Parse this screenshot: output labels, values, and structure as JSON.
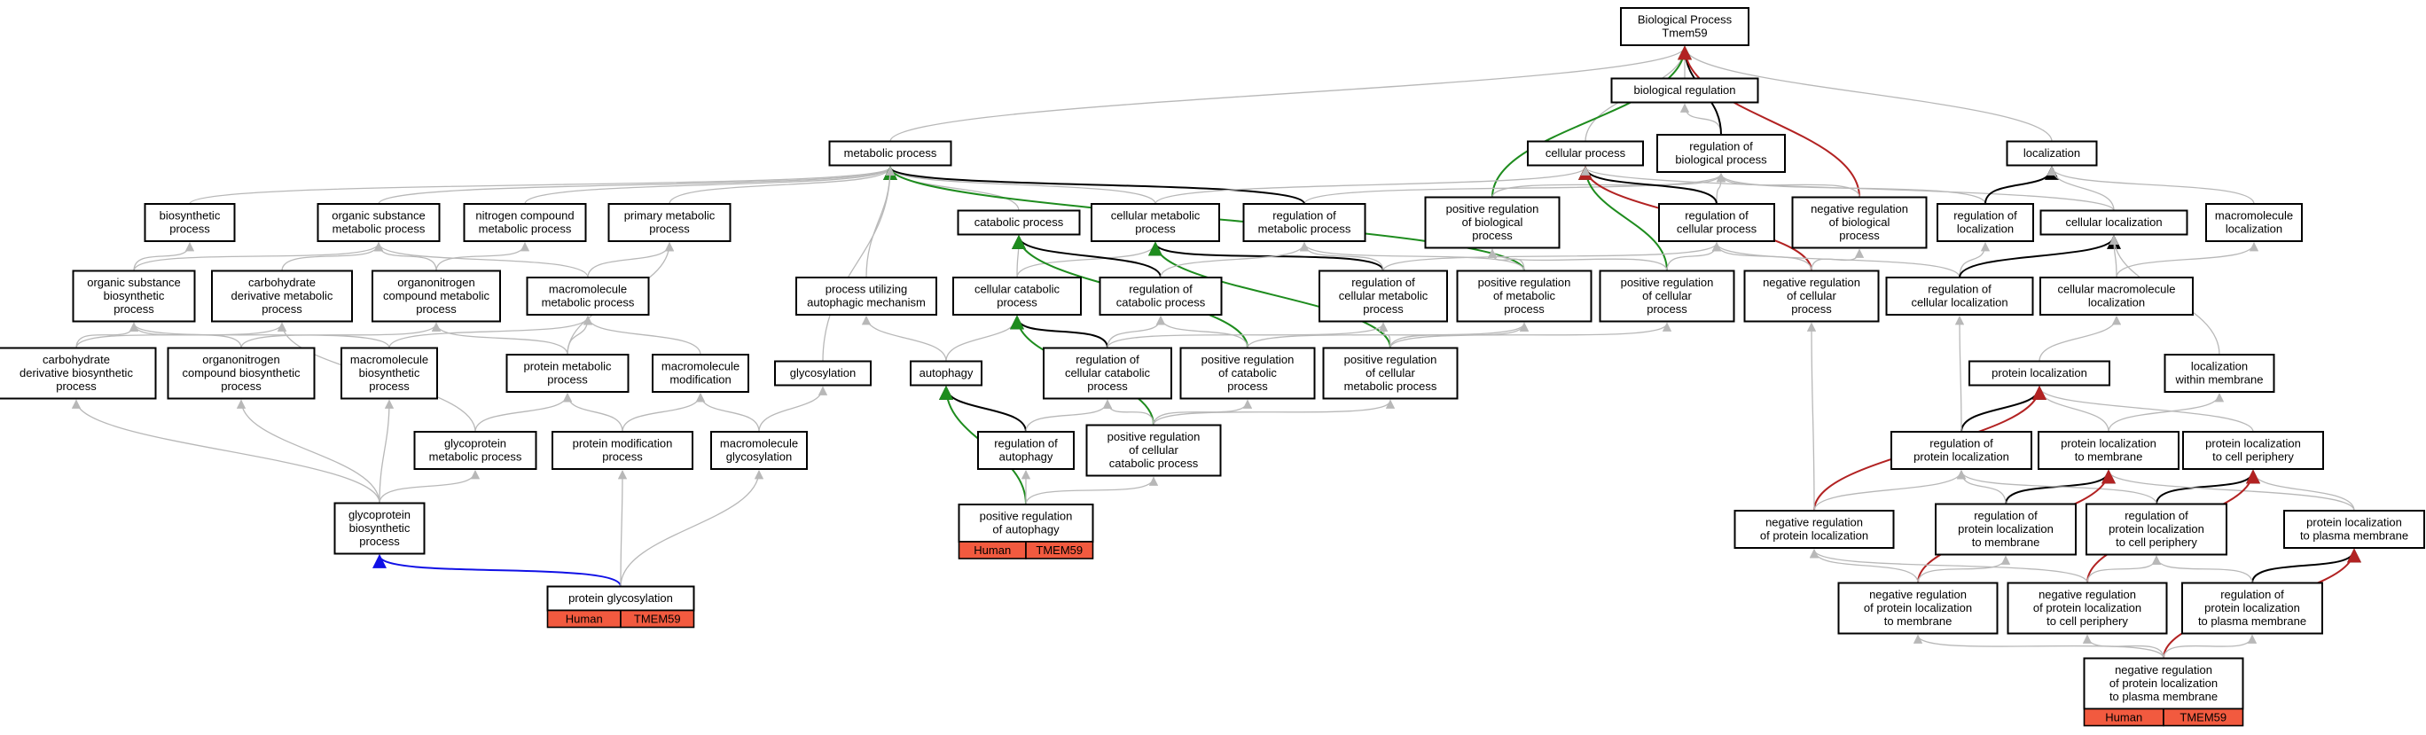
{
  "colors": {
    "gray": "#b8b8b8",
    "black": "#000000",
    "green": "#1e8c1e",
    "red": "#b22222",
    "blue": "#1010e6",
    "badge": "#f25a3f"
  },
  "nodes": [
    {
      "id": "bp",
      "lines": [
        "Biological Process",
        "Tmem59"
      ]
    },
    {
      "id": "biolreg",
      "lines": [
        "biological regulation"
      ]
    },
    {
      "id": "metab",
      "lines": [
        "metabolic process"
      ]
    },
    {
      "id": "cellproc",
      "lines": [
        "cellular process"
      ]
    },
    {
      "id": "regbio",
      "lines": [
        "regulation of",
        "biological process"
      ]
    },
    {
      "id": "loc",
      "lines": [
        "localization"
      ]
    },
    {
      "id": "biosyn",
      "lines": [
        "biosynthetic",
        "process"
      ]
    },
    {
      "id": "orgsub",
      "lines": [
        "organic substance",
        "metabolic process"
      ]
    },
    {
      "id": "nitro",
      "lines": [
        "nitrogen compound",
        "metabolic process"
      ]
    },
    {
      "id": "primary",
      "lines": [
        "primary metabolic",
        "process"
      ]
    },
    {
      "id": "catab",
      "lines": [
        "catabolic process"
      ]
    },
    {
      "id": "cellmet",
      "lines": [
        "cellular metabolic",
        "process"
      ]
    },
    {
      "id": "regmet",
      "lines": [
        "regulation of",
        "metabolic process"
      ]
    },
    {
      "id": "posregbio",
      "lines": [
        "positive regulation",
        "of biological",
        "process"
      ]
    },
    {
      "id": "regcell",
      "lines": [
        "regulation of",
        "cellular process"
      ]
    },
    {
      "id": "negregbio",
      "lines": [
        "negative regulation",
        "of biological",
        "process"
      ]
    },
    {
      "id": "regloc",
      "lines": [
        "regulation of",
        "localization"
      ]
    },
    {
      "id": "cellloc",
      "lines": [
        "cellular localization"
      ]
    },
    {
      "id": "macroloc",
      "lines": [
        "macromolecule",
        "localization"
      ]
    },
    {
      "id": "orgbio",
      "lines": [
        "organic substance",
        "biosynthetic",
        "process"
      ]
    },
    {
      "id": "carbmet",
      "lines": [
        "carbohydrate",
        "derivative metabolic",
        "process"
      ]
    },
    {
      "id": "orgnit",
      "lines": [
        "organonitrogen",
        "compound metabolic",
        "process"
      ]
    },
    {
      "id": "macromet",
      "lines": [
        "macromolecule",
        "metabolic process"
      ]
    },
    {
      "id": "autophmech",
      "lines": [
        "process utilizing",
        "autophagic mechanism"
      ]
    },
    {
      "id": "cellcat",
      "lines": [
        "cellular catabolic",
        "process"
      ]
    },
    {
      "id": "regcat",
      "lines": [
        "regulation of",
        "catabolic process"
      ]
    },
    {
      "id": "regcellmet",
      "lines": [
        "regulation of",
        "cellular metabolic",
        "process"
      ]
    },
    {
      "id": "posregmet",
      "lines": [
        "positive regulation",
        "of metabolic",
        "process"
      ]
    },
    {
      "id": "posregcell",
      "lines": [
        "positive regulation",
        "of cellular",
        "process"
      ]
    },
    {
      "id": "negregcell",
      "lines": [
        "negative regulation",
        "of cellular",
        "process"
      ]
    },
    {
      "id": "regcellloc",
      "lines": [
        "regulation of",
        "cellular localization"
      ]
    },
    {
      "id": "cellmacroloc",
      "lines": [
        "cellular macromolecule",
        "localization"
      ]
    },
    {
      "id": "carbbio",
      "lines": [
        "carbohydrate",
        "derivative biosynthetic",
        "process"
      ]
    },
    {
      "id": "orgnitbio",
      "lines": [
        "organonitrogen",
        "compound biosynthetic",
        "process"
      ]
    },
    {
      "id": "macrobio",
      "lines": [
        "macromolecule",
        "biosynthetic",
        "process"
      ]
    },
    {
      "id": "protmet",
      "lines": [
        "protein metabolic",
        "process"
      ]
    },
    {
      "id": "macromod",
      "lines": [
        "macromolecule",
        "modification"
      ]
    },
    {
      "id": "glycos",
      "lines": [
        "glycosylation"
      ]
    },
    {
      "id": "autoph",
      "lines": [
        "autophagy"
      ]
    },
    {
      "id": "regcellcat",
      "lines": [
        "regulation of",
        "cellular catabolic",
        "process"
      ]
    },
    {
      "id": "posregcat",
      "lines": [
        "positive regulation",
        "of catabolic",
        "process"
      ]
    },
    {
      "id": "posregcellmet",
      "lines": [
        "positive regulation",
        "of cellular",
        "metabolic process"
      ]
    },
    {
      "id": "protloc",
      "lines": [
        "protein localization"
      ]
    },
    {
      "id": "locwithin",
      "lines": [
        "localization",
        "within membrane"
      ]
    },
    {
      "id": "glycomet",
      "lines": [
        "glycoprotein",
        "metabolic process"
      ]
    },
    {
      "id": "protmod",
      "lines": [
        "protein modification",
        "process"
      ]
    },
    {
      "id": "macroglyc",
      "lines": [
        "macromolecule",
        "glycosylation"
      ]
    },
    {
      "id": "regautoph",
      "lines": [
        "regulation of",
        "autophagy"
      ]
    },
    {
      "id": "posregcellcat",
      "lines": [
        "positive regulation",
        "of cellular",
        "catabolic process"
      ]
    },
    {
      "id": "regprotloc",
      "lines": [
        "regulation of",
        "protein localization"
      ]
    },
    {
      "id": "protlocmem",
      "lines": [
        "protein localization",
        "to membrane"
      ]
    },
    {
      "id": "protlocperi",
      "lines": [
        "protein localization",
        "to cell periphery"
      ]
    },
    {
      "id": "glycobio",
      "lines": [
        "glycoprotein",
        "biosynthetic",
        "process"
      ]
    },
    {
      "id": "posregautoph",
      "lines": [
        "positive regulation",
        "of autophagy"
      ],
      "badge": [
        "Human",
        "TMEM59"
      ]
    },
    {
      "id": "negregprotloc",
      "lines": [
        "negative regulation",
        "of protein localization"
      ]
    },
    {
      "id": "regprotlocmem",
      "lines": [
        "regulation of",
        "protein localization",
        "to membrane"
      ]
    },
    {
      "id": "regprotlocperi",
      "lines": [
        "regulation of",
        "protein localization",
        "to cell periphery"
      ]
    },
    {
      "id": "protlocpm",
      "lines": [
        "protein localization",
        "to plasma membrane"
      ]
    },
    {
      "id": "protglyc",
      "lines": [
        "protein glycosylation"
      ],
      "badge": [
        "Human",
        "TMEM59"
      ]
    },
    {
      "id": "negregprotlocmem",
      "lines": [
        "negative regulation",
        "of protein localization",
        "to membrane"
      ]
    },
    {
      "id": "negregprotlocperi",
      "lines": [
        "negative regulation",
        "of protein localization",
        "to cell periphery"
      ]
    },
    {
      "id": "regprotlocpm",
      "lines": [
        "regulation of",
        "protein localization",
        "to plasma membrane"
      ]
    },
    {
      "id": "negregprotlocpm",
      "lines": [
        "negative regulation",
        "of protein localization",
        "to plasma membrane"
      ],
      "badge": [
        "Human",
        "TMEM59"
      ]
    }
  ],
  "edges": [
    {
      "from": "biolreg",
      "to": "bp",
      "color": "gray"
    },
    {
      "from": "metab",
      "to": "bp",
      "color": "gray"
    },
    {
      "from": "cellproc",
      "to": "bp",
      "color": "gray"
    },
    {
      "from": "loc",
      "to": "bp",
      "color": "gray"
    },
    {
      "from": "regbio",
      "to": "biolreg",
      "color": "gray"
    },
    {
      "from": "regbio",
      "to": "bp",
      "color": "black"
    },
    {
      "from": "posregbio",
      "to": "bp",
      "color": "green"
    },
    {
      "from": "negregbio",
      "to": "bp",
      "color": "red"
    },
    {
      "from": "posregbio",
      "to": "regbio",
      "color": "gray"
    },
    {
      "from": "negregbio",
      "to": "regbio",
      "color": "gray"
    },
    {
      "from": "regcell",
      "to": "regbio",
      "color": "gray"
    },
    {
      "from": "regloc",
      "to": "regbio",
      "color": "gray"
    },
    {
      "from": "regmet",
      "to": "regbio",
      "color": "gray"
    },
    {
      "from": "biosyn",
      "to": "metab",
      "color": "gray"
    },
    {
      "from": "orgsub",
      "to": "metab",
      "color": "gray"
    },
    {
      "from": "nitro",
      "to": "metab",
      "color": "gray"
    },
    {
      "from": "primary",
      "to": "metab",
      "color": "gray"
    },
    {
      "from": "catab",
      "to": "metab",
      "color": "gray"
    },
    {
      "from": "cellmet",
      "to": "metab",
      "color": "gray"
    },
    {
      "from": "regmet",
      "to": "metab",
      "color": "black"
    },
    {
      "from": "posregmet",
      "to": "metab",
      "color": "green"
    },
    {
      "from": "autophmech",
      "to": "metab",
      "color": "gray"
    },
    {
      "from": "glycos",
      "to": "metab",
      "color": "gray"
    },
    {
      "from": "cellmet",
      "to": "cellproc",
      "color": "gray"
    },
    {
      "from": "regcell",
      "to": "cellproc",
      "color": "black"
    },
    {
      "from": "posregcell",
      "to": "cellproc",
      "color": "green"
    },
    {
      "from": "negregcell",
      "to": "cellproc",
      "color": "red"
    },
    {
      "from": "cellloc",
      "to": "cellproc",
      "color": "gray"
    },
    {
      "from": "regloc",
      "to": "loc",
      "color": "black"
    },
    {
      "from": "cellloc",
      "to": "loc",
      "color": "gray"
    },
    {
      "from": "macroloc",
      "to": "loc",
      "color": "gray"
    },
    {
      "from": "orgbio",
      "to": "biosyn",
      "color": "gray"
    },
    {
      "from": "orgbio",
      "to": "orgsub",
      "color": "gray"
    },
    {
      "from": "carbmet",
      "to": "orgsub",
      "color": "gray"
    },
    {
      "from": "orgnit",
      "to": "orgsub",
      "color": "gray"
    },
    {
      "from": "macromet",
      "to": "orgsub",
      "color": "gray"
    },
    {
      "from": "orgnit",
      "to": "nitro",
      "color": "gray"
    },
    {
      "from": "macromet",
      "to": "primary",
      "color": "gray"
    },
    {
      "from": "protmet",
      "to": "primary",
      "color": "gray"
    },
    {
      "from": "cellcat",
      "to": "catab",
      "color": "gray"
    },
    {
      "from": "cellcat",
      "to": "cellmet",
      "color": "gray"
    },
    {
      "from": "regcat",
      "to": "catab",
      "color": "black"
    },
    {
      "from": "posregcat",
      "to": "catab",
      "color": "green"
    },
    {
      "from": "regcellmet",
      "to": "cellmet",
      "color": "black"
    },
    {
      "from": "posregcellmet",
      "to": "cellmet",
      "color": "green"
    },
    {
      "from": "regcat",
      "to": "regmet",
      "color": "gray"
    },
    {
      "from": "regcellmet",
      "to": "regmet",
      "color": "gray"
    },
    {
      "from": "posregmet",
      "to": "regmet",
      "color": "gray"
    },
    {
      "from": "posregmet",
      "to": "posregbio",
      "color": "gray"
    },
    {
      "from": "posregcell",
      "to": "posregbio",
      "color": "gray"
    },
    {
      "from": "regcellmet",
      "to": "regcell",
      "color": "gray"
    },
    {
      "from": "posregcell",
      "to": "regcell",
      "color": "gray"
    },
    {
      "from": "negregcell",
      "to": "regcell",
      "color": "gray"
    },
    {
      "from": "regcellloc",
      "to": "regcell",
      "color": "gray"
    },
    {
      "from": "negregcell",
      "to": "negregbio",
      "color": "gray"
    },
    {
      "from": "regcellloc",
      "to": "regloc",
      "color": "gray"
    },
    {
      "from": "regcellloc",
      "to": "cellloc",
      "color": "black"
    },
    {
      "from": "cellmacroloc",
      "to": "cellloc",
      "color": "gray"
    },
    {
      "from": "cellmacroloc",
      "to": "macroloc",
      "color": "gray"
    },
    {
      "from": "locwithin",
      "to": "cellloc",
      "color": "gray"
    },
    {
      "from": "carbbio",
      "to": "orgbio",
      "color": "gray"
    },
    {
      "from": "carbbio",
      "to": "carbmet",
      "color": "gray"
    },
    {
      "from": "orgnitbio",
      "to": "orgbio",
      "color": "gray"
    },
    {
      "from": "orgnitbio",
      "to": "orgnit",
      "color": "gray"
    },
    {
      "from": "macrobio",
      "to": "orgbio",
      "color": "gray"
    },
    {
      "from": "macrobio",
      "to": "macromet",
      "color": "gray"
    },
    {
      "from": "protmet",
      "to": "orgnit",
      "color": "gray"
    },
    {
      "from": "protmet",
      "to": "macromet",
      "color": "gray"
    },
    {
      "from": "macromod",
      "to": "macromet",
      "color": "gray"
    },
    {
      "from": "glycomet",
      "to": "carbmet",
      "color": "gray"
    },
    {
      "from": "glycomet",
      "to": "protmet",
      "color": "gray"
    },
    {
      "from": "protmod",
      "to": "protmet",
      "color": "gray"
    },
    {
      "from": "protmod",
      "to": "macromod",
      "color": "gray"
    },
    {
      "from": "macroglyc",
      "to": "macromod",
      "color": "gray"
    },
    {
      "from": "macroglyc",
      "to": "glycos",
      "color": "gray"
    },
    {
      "from": "autoph",
      "to": "cellcat",
      "color": "gray"
    },
    {
      "from": "autoph",
      "to": "autophmech",
      "color": "gray"
    },
    {
      "from": "regcellcat",
      "to": "cellcat",
      "color": "black"
    },
    {
      "from": "regcellcat",
      "to": "regcat",
      "color": "gray"
    },
    {
      "from": "regcellcat",
      "to": "regcellmet",
      "color": "gray"
    },
    {
      "from": "posregcat",
      "to": "regcat",
      "color": "gray"
    },
    {
      "from": "posregcat",
      "to": "posregmet",
      "color": "gray"
    },
    {
      "from": "posregcellmet",
      "to": "regcellmet",
      "color": "gray"
    },
    {
      "from": "posregcellmet",
      "to": "posregmet",
      "color": "gray"
    },
    {
      "from": "posregcellmet",
      "to": "posregcell",
      "color": "gray"
    },
    {
      "from": "regautoph",
      "to": "autoph",
      "color": "black"
    },
    {
      "from": "regautoph",
      "to": "regcellcat",
      "color": "gray"
    },
    {
      "from": "posregcellcat",
      "to": "cellcat",
      "color": "green"
    },
    {
      "from": "posregcellcat",
      "to": "regcellcat",
      "color": "gray"
    },
    {
      "from": "posregcellcat",
      "to": "posregcat",
      "color": "gray"
    },
    {
      "from": "posregcellcat",
      "to": "posregcellmet",
      "color": "gray"
    },
    {
      "from": "posregautoph",
      "to": "autoph",
      "color": "green"
    },
    {
      "from": "posregautoph",
      "to": "regautoph",
      "color": "gray"
    },
    {
      "from": "posregautoph",
      "to": "posregcellcat",
      "color": "gray"
    },
    {
      "from": "glycobio",
      "to": "carbbio",
      "color": "gray"
    },
    {
      "from": "glycobio",
      "to": "orgnitbio",
      "color": "gray"
    },
    {
      "from": "glycobio",
      "to": "macrobio",
      "color": "gray"
    },
    {
      "from": "glycobio",
      "to": "glycomet",
      "color": "gray"
    },
    {
      "from": "protglyc",
      "to": "glycobio",
      "color": "blue"
    },
    {
      "from": "protglyc",
      "to": "protmod",
      "color": "gray"
    },
    {
      "from": "protglyc",
      "to": "macroglyc",
      "color": "gray"
    },
    {
      "from": "protloc",
      "to": "cellmacroloc",
      "color": "gray"
    },
    {
      "from": "regprotloc",
      "to": "protloc",
      "color": "black"
    },
    {
      "from": "regprotloc",
      "to": "regcellloc",
      "color": "gray"
    },
    {
      "from": "protlocmem",
      "to": "protloc",
      "color": "gray"
    },
    {
      "from": "protlocperi",
      "to": "protloc",
      "color": "gray"
    },
    {
      "from": "protlocmem",
      "to": "locwithin",
      "color": "gray"
    },
    {
      "from": "negregprotloc",
      "to": "protloc",
      "color": "red"
    },
    {
      "from": "negregprotloc",
      "to": "regprotloc",
      "color": "gray"
    },
    {
      "from": "negregprotloc",
      "to": "negregcell",
      "color": "gray"
    },
    {
      "from": "regprotlocmem",
      "to": "protlocmem",
      "color": "black"
    },
    {
      "from": "regprotlocmem",
      "to": "regprotloc",
      "color": "gray"
    },
    {
      "from": "regprotlocperi",
      "to": "protlocperi",
      "color": "black"
    },
    {
      "from": "regprotlocperi",
      "to": "regprotloc",
      "color": "gray"
    },
    {
      "from": "protlocpm",
      "to": "protlocperi",
      "color": "gray"
    },
    {
      "from": "protlocpm",
      "to": "protlocmem",
      "color": "gray"
    },
    {
      "from": "negregprotlocmem",
      "to": "protlocmem",
      "color": "red"
    },
    {
      "from": "negregprotlocmem",
      "to": "regprotlocmem",
      "color": "gray"
    },
    {
      "from": "negregprotlocmem",
      "to": "negregprotloc",
      "color": "gray"
    },
    {
      "from": "negregprotlocperi",
      "to": "protlocperi",
      "color": "red"
    },
    {
      "from": "negregprotlocperi",
      "to": "regprotlocperi",
      "color": "gray"
    },
    {
      "from": "negregprotlocperi",
      "to": "negregprotloc",
      "color": "gray"
    },
    {
      "from": "regprotlocpm",
      "to": "protlocpm",
      "color": "black"
    },
    {
      "from": "regprotlocpm",
      "to": "regprotlocperi",
      "color": "gray"
    },
    {
      "from": "negregprotlocpm",
      "to": "protlocpm",
      "color": "red"
    },
    {
      "from": "negregprotlocpm",
      "to": "regprotlocpm",
      "color": "gray"
    },
    {
      "from": "negregprotlocpm",
      "to": "negregprotlocperi",
      "color": "gray"
    },
    {
      "from": "negregprotlocpm",
      "to": "negregprotlocmem",
      "color": "gray"
    }
  ]
}
